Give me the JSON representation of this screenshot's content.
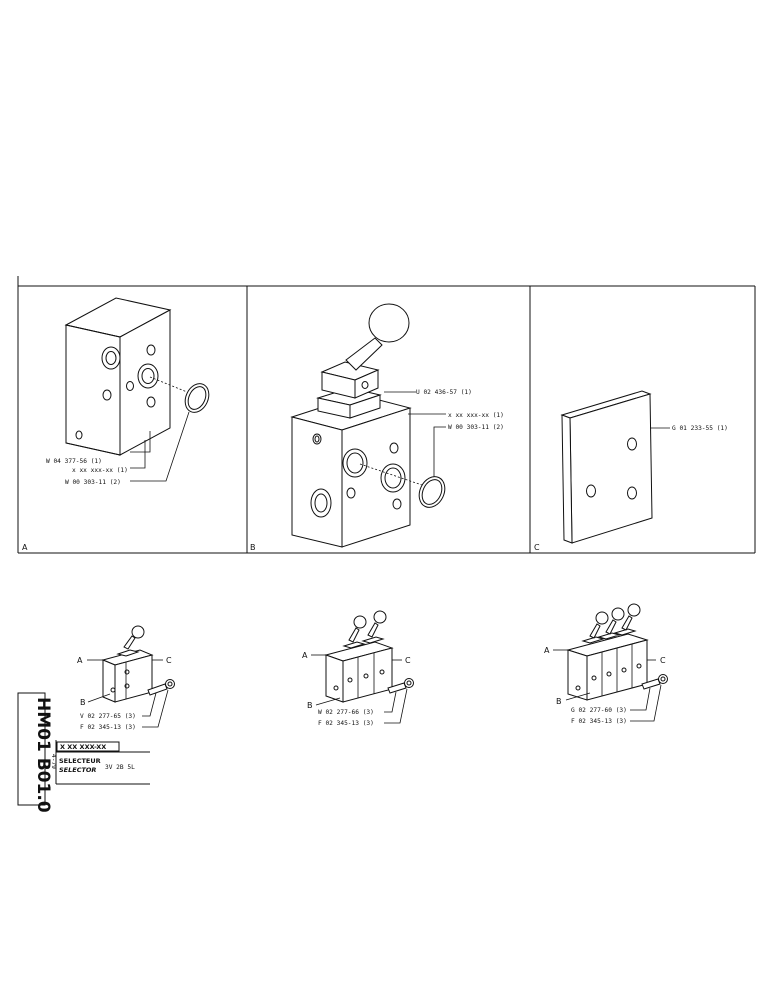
{
  "panels": [
    {
      "letter": "A",
      "callouts": [
        "W 04 377-56 (1)",
        "x xx xxx-xx (1)",
        "W 00 303-11 (2)"
      ]
    },
    {
      "letter": "B",
      "callouts": [
        "U 02 436-57 (1)",
        "x xx xxx-xx (1)",
        "W 00 303-11 (2)"
      ]
    },
    {
      "letter": "C",
      "callouts": [
        "G 01 233-55 (1)"
      ]
    }
  ],
  "assemblies": [
    {
      "labels": [
        "A",
        "B",
        "C"
      ],
      "callouts": [
        "V 02 277-65 (3)",
        "F 02 345-13 (3)"
      ]
    },
    {
      "labels": [
        "A",
        "B",
        "C"
      ],
      "callouts": [
        "W 02 277-66 (3)",
        "F 02 345-13 (3)"
      ]
    },
    {
      "labels": [
        "A",
        "B",
        "C"
      ],
      "callouts": [
        "G 02 277-60 (3)",
        "F 02 345-13 (3)"
      ]
    }
  ],
  "title_block": {
    "sheet_code": "HM01 B01.0",
    "date": "4-79",
    "part_number": "X XX XXX-XX",
    "title_fr": "SELECTEUR",
    "title_en": "SELECTOR",
    "spec": "3V 2B 5L"
  }
}
